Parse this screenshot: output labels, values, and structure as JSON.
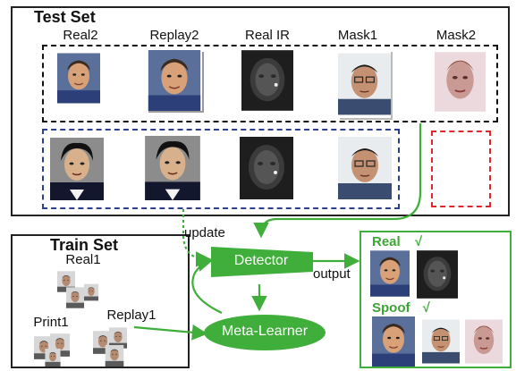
{
  "test_set": {
    "title": "Test Set",
    "columns": [
      "Real2",
      "Replay2",
      "Real IR",
      "Mask1",
      "Mask2"
    ]
  },
  "train_set": {
    "title": "Train Set",
    "groups": [
      "Real1",
      "Print1",
      "Replay1"
    ]
  },
  "nodes": {
    "detector": "Detector",
    "meta_learner": "Meta-Learner"
  },
  "edges": {
    "update": "update",
    "output": "output"
  },
  "results": {
    "real": "Real",
    "real_mark": "√",
    "spoof": "Spoof",
    "spoof_mark": "√"
  },
  "colors": {
    "green": "#3fae3a",
    "black_dash": "#111111",
    "blue_dash": "#2d3e8f",
    "red_dash": "#e0282c"
  },
  "icons": [
    "face-photo"
  ]
}
